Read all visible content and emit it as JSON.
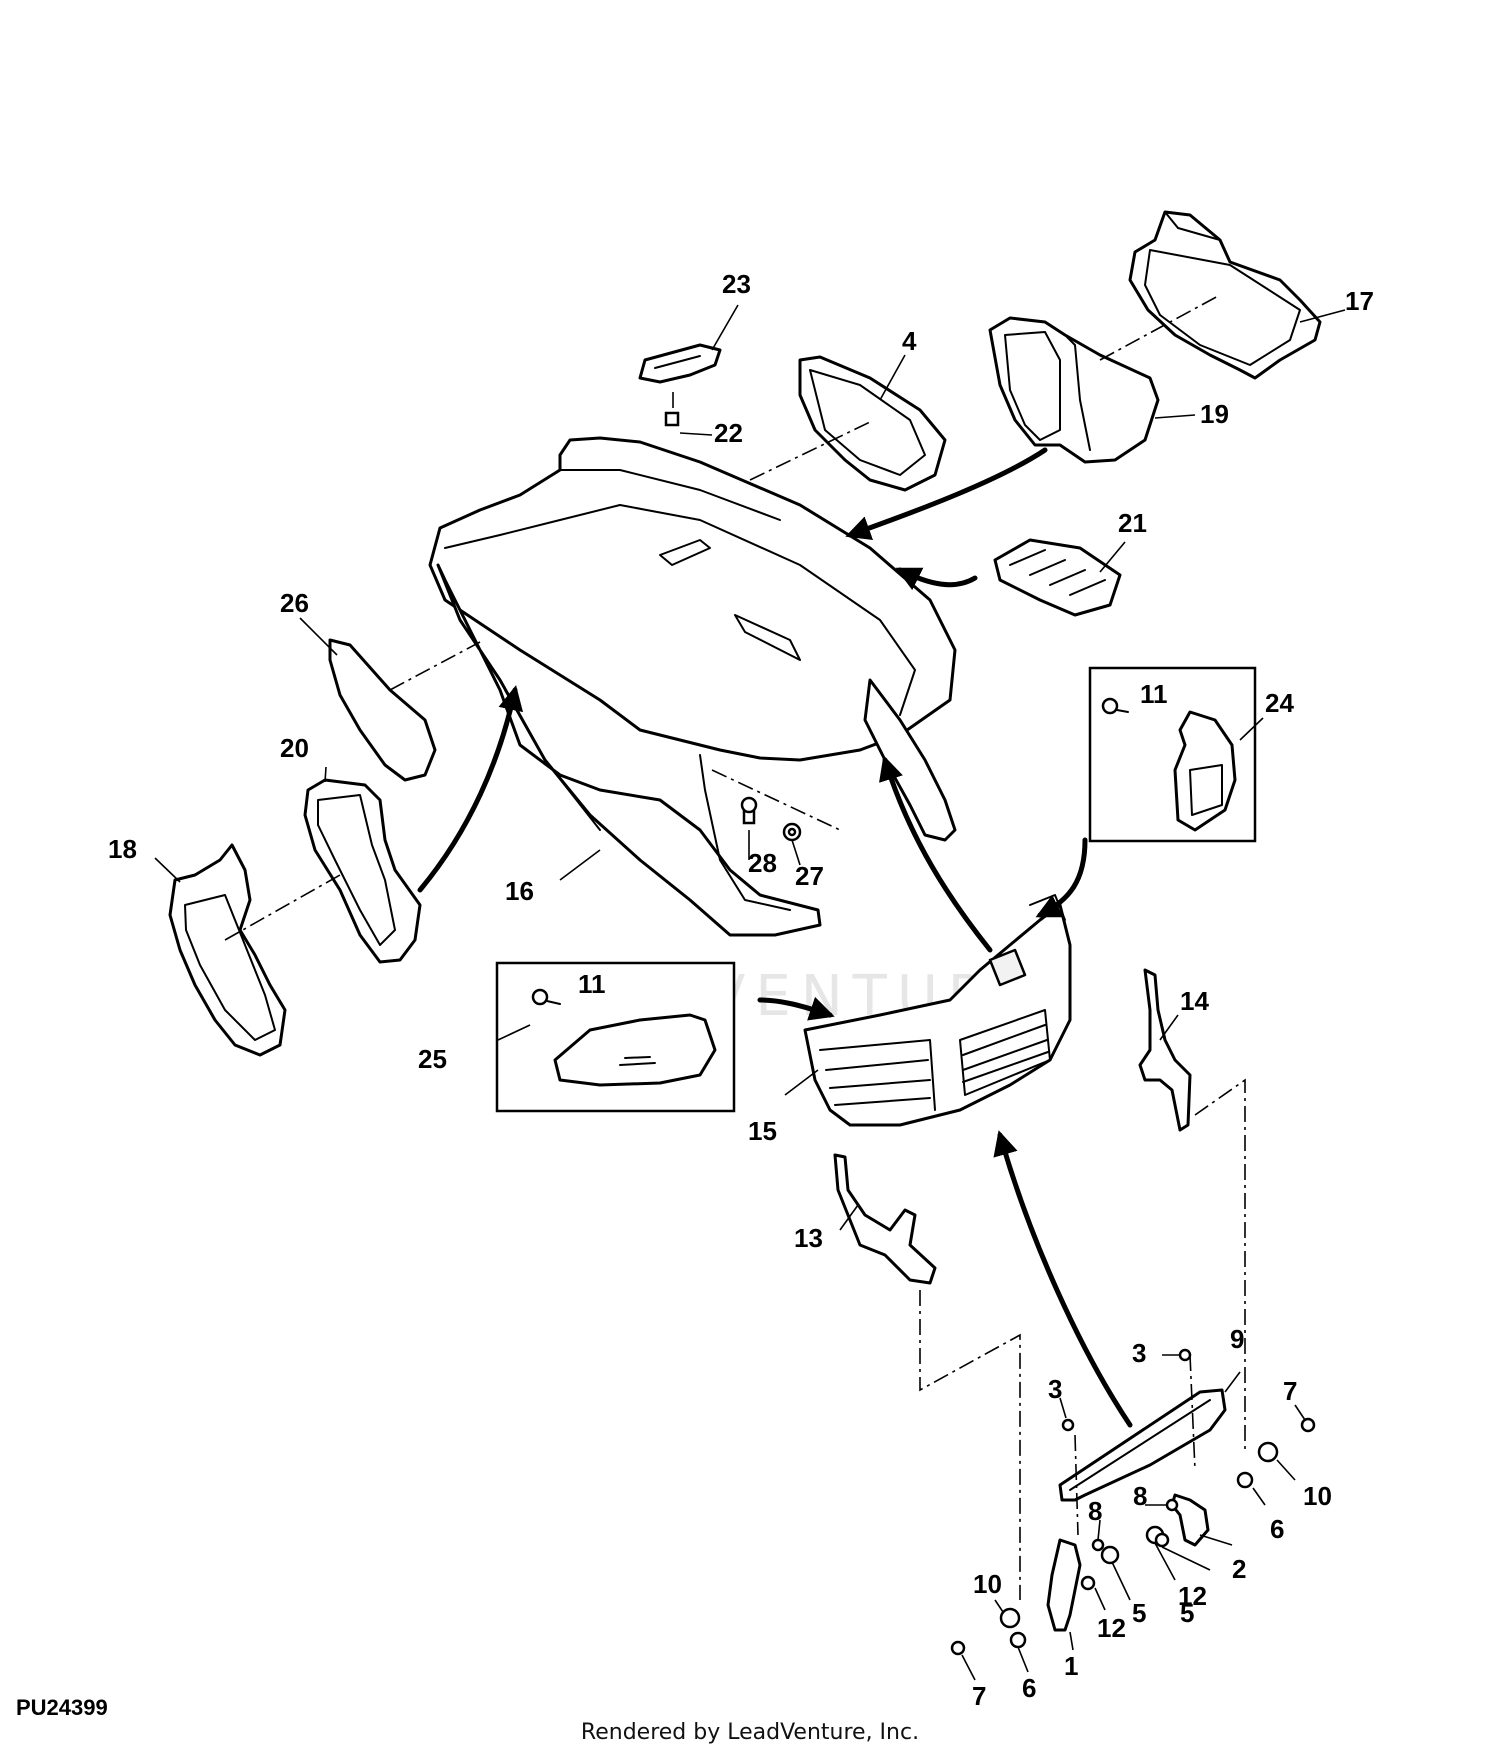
{
  "diagram": {
    "id": "PU24399",
    "watermark": "LEADVENTURE",
    "credit": "Rendered by LeadVenture, Inc.",
    "callouts": {
      "c1": "1",
      "c2": "2",
      "c3a": "3",
      "c3b": "3",
      "c4": "4",
      "c5a": "5",
      "c5b": "5",
      "c6a": "6",
      "c6b": "6",
      "c7a": "7",
      "c7b": "7",
      "c8a": "8",
      "c8b": "8",
      "c9": "9",
      "c10a": "10",
      "c10b": "10",
      "c11a": "11",
      "c11b": "11",
      "c12a": "12",
      "c12b": "12",
      "c13": "13",
      "c14": "14",
      "c15": "15",
      "c16": "16",
      "c17": "17",
      "c18": "18",
      "c19": "19",
      "c20": "20",
      "c21": "21",
      "c22": "22",
      "c23": "23",
      "c24": "24",
      "c25": "25",
      "c26": "26",
      "c27": "27",
      "c28": "28"
    }
  }
}
